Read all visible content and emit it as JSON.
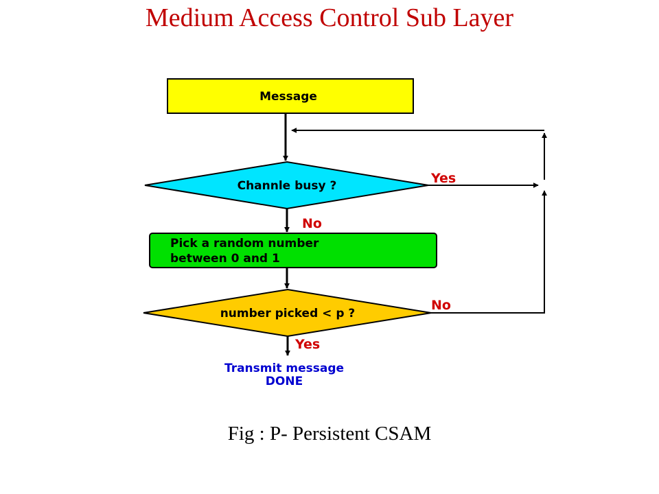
{
  "title": "Medium Access Control Sub Layer",
  "caption": "Fig : P- Persistent CSAM",
  "colors": {
    "title": "#c00000",
    "message_box": "#ffff00",
    "channel_busy": "#00e5ff",
    "random_box": "#00e000",
    "number_picked": "#ffcc00",
    "branch_labels": "#d00000",
    "terminal_text": "#0000d0"
  },
  "flowchart": {
    "message": "Message",
    "channel_busy": "Channle busy ?",
    "random_line1": "Pick a random number",
    "random_line2": "between 0 and 1",
    "number_picked": "number picked < p ?",
    "yes_busy": "Yes",
    "no_busy": "No",
    "no_picked": "No",
    "yes_picked": "Yes",
    "transmit_line1": "Transmit message",
    "transmit_line2": "DONE"
  }
}
